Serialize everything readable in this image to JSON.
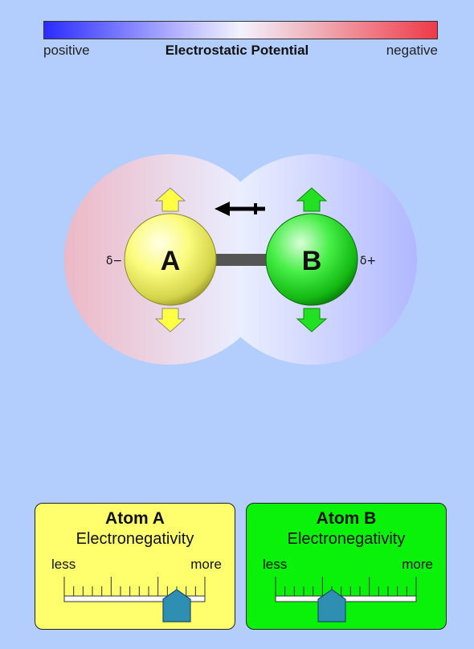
{
  "legend": {
    "left_label": "positive",
    "title": "Electrostatic Potential",
    "right_label": "negative",
    "colors": {
      "positive": "#2b2bff",
      "neutral": "#f2f2ff",
      "negative": "#ee3a48"
    }
  },
  "molecule": {
    "atom_a": {
      "label": "A",
      "partial_charge": "δ−",
      "color": "#ffff6e"
    },
    "atom_b": {
      "label": "B",
      "partial_charge": "δ+",
      "color": "#0af10a"
    },
    "dipole_icon": "dipole-arrow-left"
  },
  "panels": {
    "atom_a": {
      "title": "Atom A",
      "subtitle": "Electronegativity",
      "less": "less",
      "more": "more",
      "value_fraction": 0.8
    },
    "atom_b": {
      "title": "Atom B",
      "subtitle": "Electronegativity",
      "less": "less",
      "more": "more",
      "value_fraction": 0.4
    }
  }
}
